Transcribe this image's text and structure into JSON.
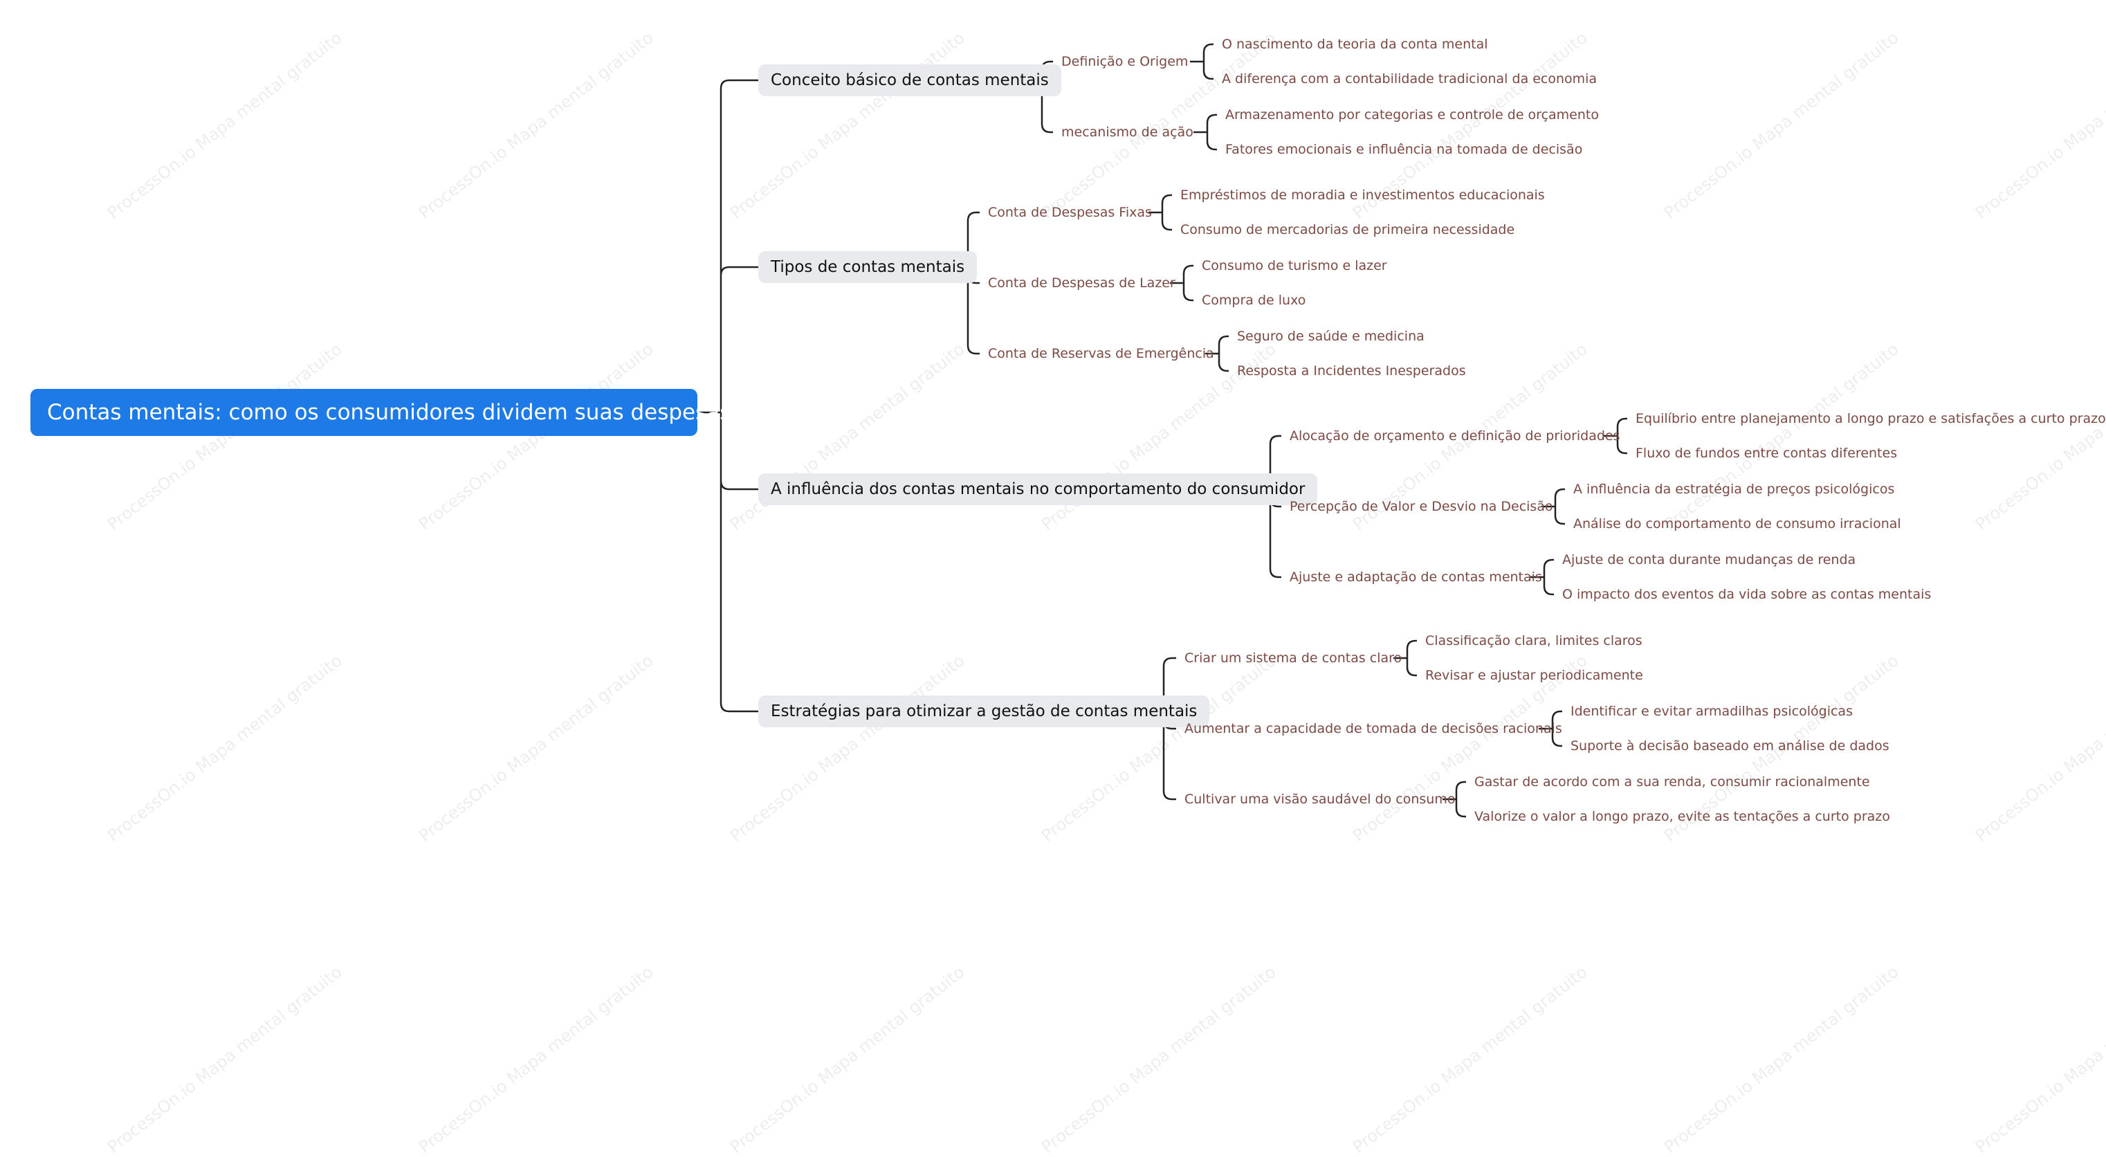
{
  "watermark": "ProcessOn.io Mapa mental gratuito",
  "mindmap": {
    "root": "Contas mentais: como os consumidores dividem suas despesas",
    "branches": [
      {
        "label": "Conceito básico de contas mentais",
        "children": [
          {
            "label": "Definição e Origem",
            "children": [
              "O nascimento da teoria da conta mental",
              "A diferença com a contabilidade tradicional da economia"
            ]
          },
          {
            "label": "mecanismo de ação",
            "children": [
              "Armazenamento por categorias e controle de orçamento",
              "Fatores emocionais e influência na tomada de decisão"
            ]
          }
        ]
      },
      {
        "label": "Tipos de contas mentais",
        "children": [
          {
            "label": "Conta de Despesas Fixas",
            "children": [
              "Empréstimos de moradia e investimentos educacionais",
              "Consumo de mercadorias de primeira necessidade"
            ]
          },
          {
            "label": "Conta de Despesas de Lazer",
            "children": [
              "Consumo de turismo e lazer",
              "Compra de luxo"
            ]
          },
          {
            "label": "Conta de Reservas de Emergência",
            "children": [
              "Seguro de saúde e medicina",
              "Resposta a Incidentes Inesperados"
            ]
          }
        ]
      },
      {
        "label": "A influência dos contas mentais no comportamento do consumidor",
        "children": [
          {
            "label": "Alocação de orçamento e definição de prioridades",
            "children": [
              "Equilíbrio entre planejamento a longo prazo e satisfações a curto prazo",
              "Fluxo de fundos entre contas diferentes"
            ]
          },
          {
            "label": "Percepção de Valor e Desvio na Decisão",
            "children": [
              "A influência da estratégia de preços psicológicos",
              "Análise do comportamento de consumo irracional"
            ]
          },
          {
            "label": "Ajuste e adaptação de contas mentais",
            "children": [
              "Ajuste de conta durante mudanças de renda",
              "O impacto dos eventos da vida sobre as contas mentais"
            ]
          }
        ]
      },
      {
        "label": "Estratégias para otimizar a gestão de contas mentais",
        "children": [
          {
            "label": "Criar um sistema de contas claro",
            "children": [
              "Classificação clara, limites claros",
              "Revisar e ajustar periodicamente"
            ]
          },
          {
            "label": "Aumentar a capacidade de tomada de decisões racionais",
            "children": [
              "Identificar e evitar armadilhas psicológicas",
              "Suporte à decisão baseado em análise de dados"
            ]
          },
          {
            "label": "Cultivar uma visão saudável do consumo",
            "children": [
              "Gastar de acordo com a sua renda, consumir racionalmente",
              "Valorize o valor a longo prazo, evite as tentações a curto prazo"
            ]
          }
        ]
      }
    ]
  }
}
